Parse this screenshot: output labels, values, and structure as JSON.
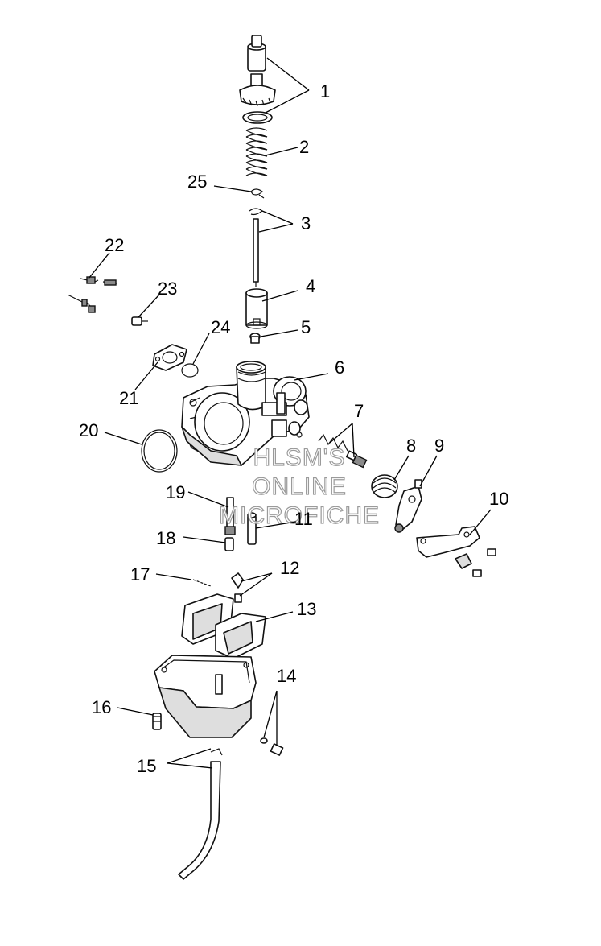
{
  "diagram": {
    "callouts": {
      "c1": "1",
      "c2": "2",
      "c3": "3",
      "c4": "4",
      "c5": "5",
      "c6": "6",
      "c7": "7",
      "c8": "8",
      "c9": "9",
      "c10": "10",
      "c11": "11",
      "c12": "12",
      "c13": "13",
      "c14": "14",
      "c15": "15",
      "c16": "16",
      "c17": "17",
      "c18": "18",
      "c19": "19",
      "c20": "20",
      "c21": "21",
      "c22": "22",
      "c23": "23",
      "c24": "24",
      "c25": "25"
    },
    "watermark": [
      "HLSM'S",
      "ONLINE",
      "MICROFICHE"
    ]
  }
}
